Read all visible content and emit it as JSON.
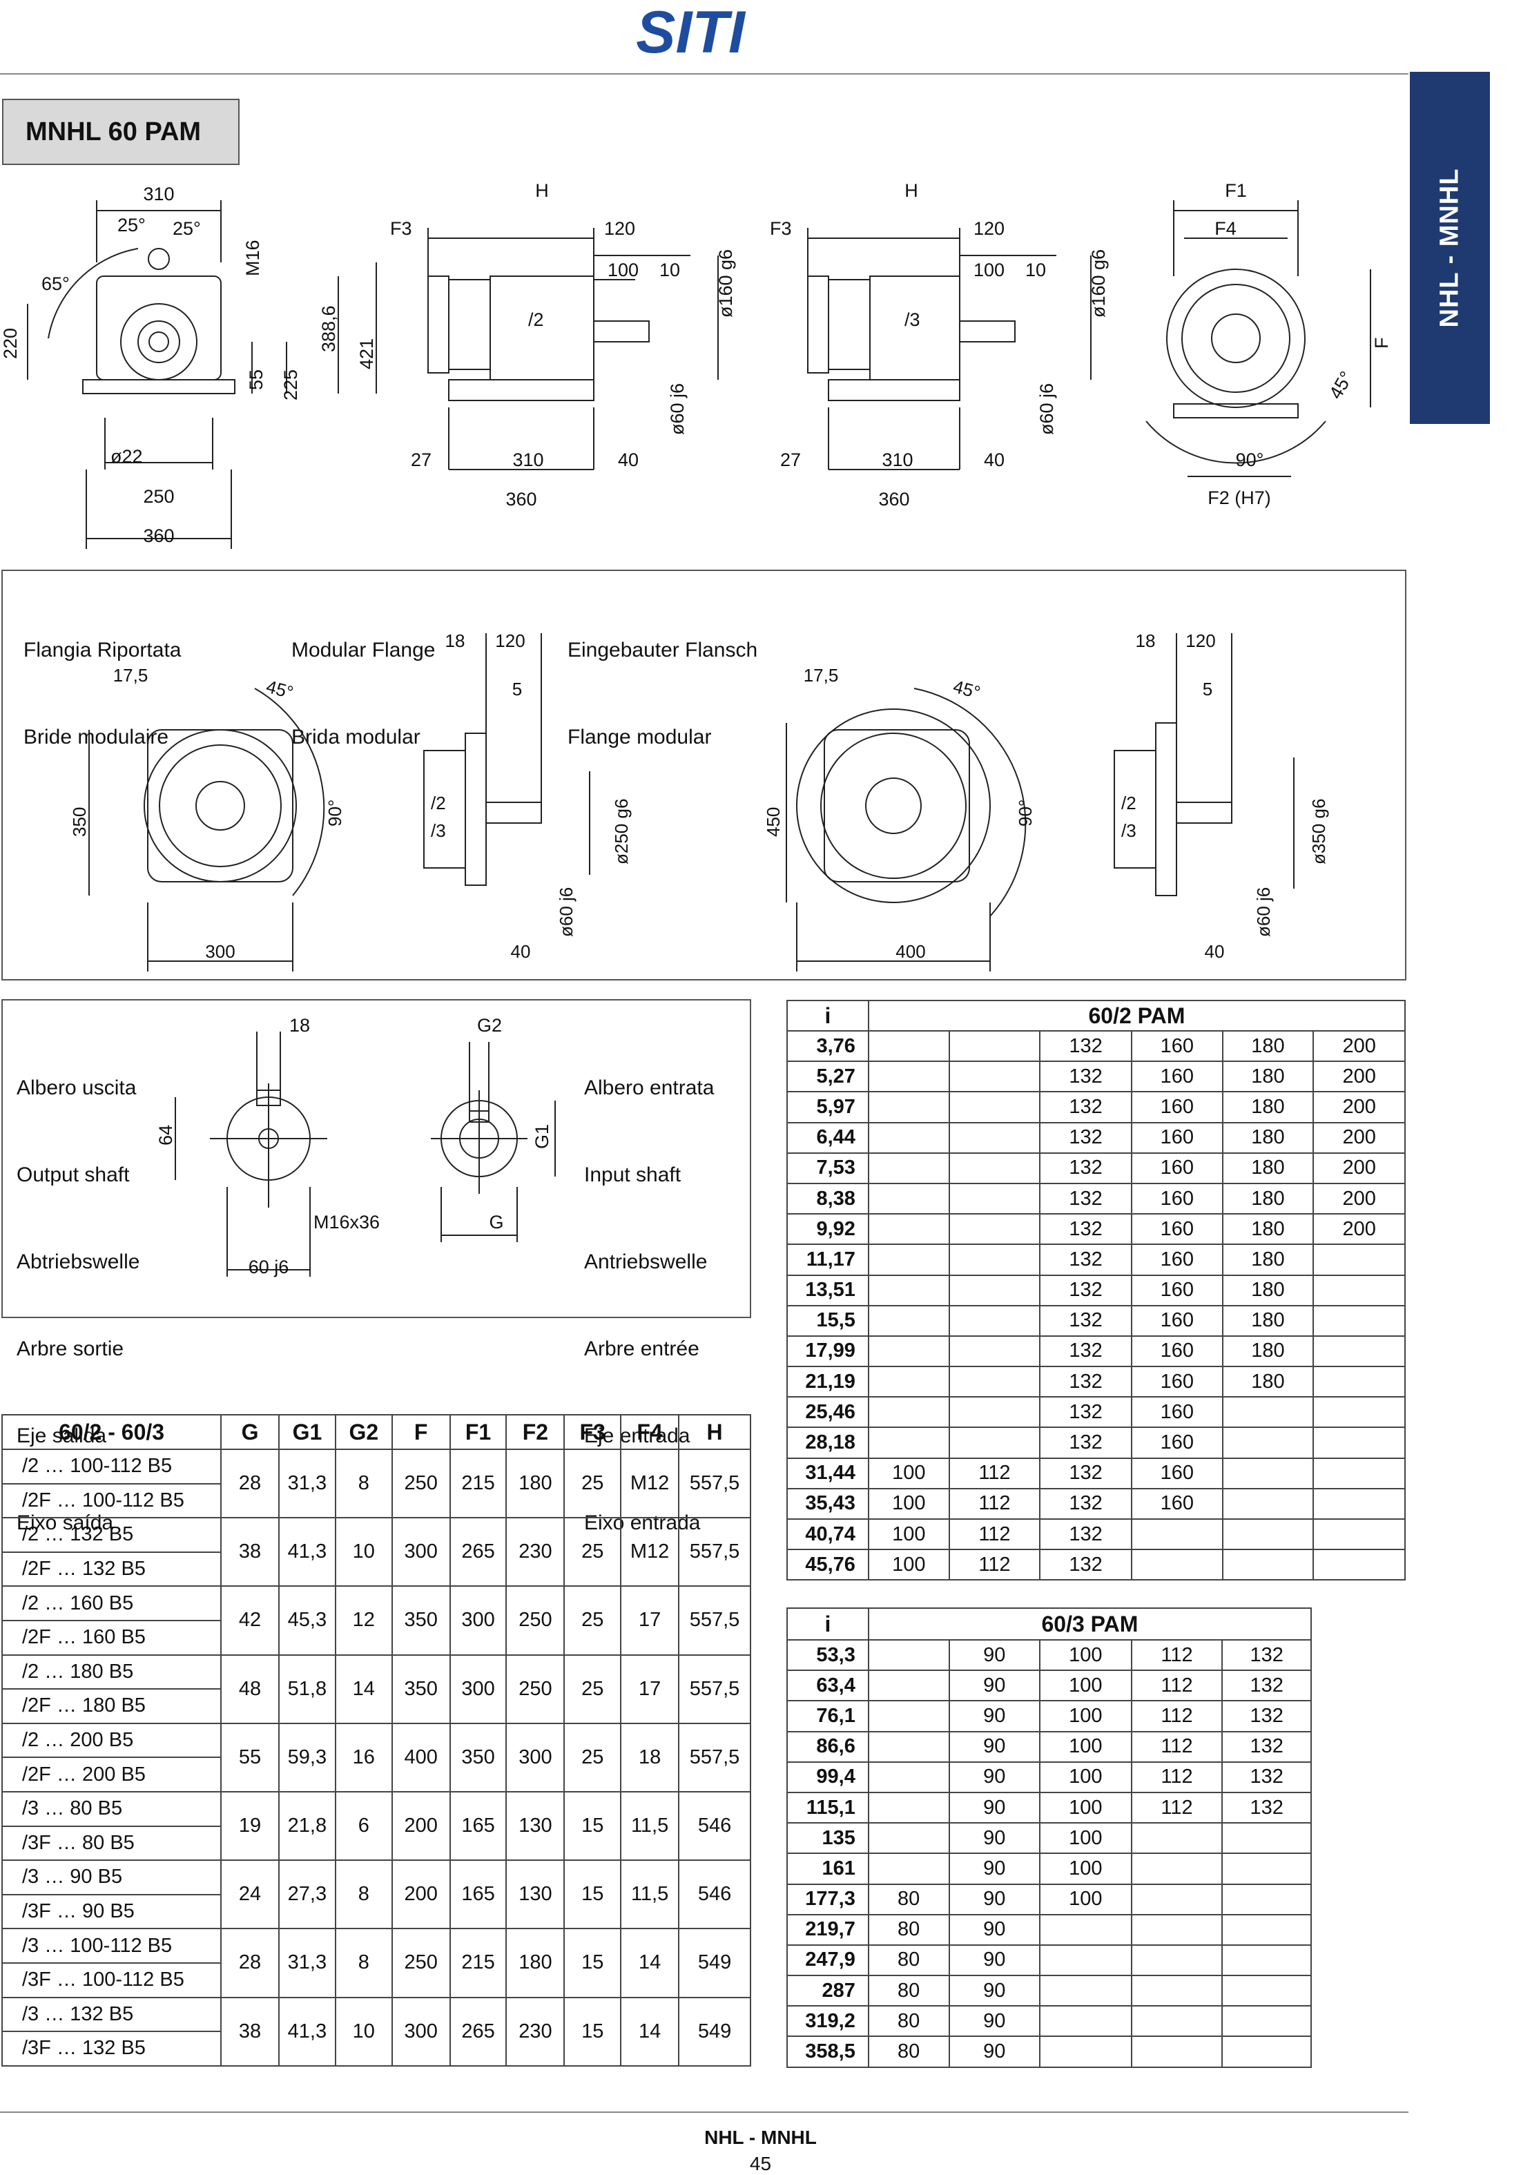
{
  "brand": {
    "logo_text": "SITI"
  },
  "side_tab": "NHL - MNHL",
  "model": "MNHL 60 PAM",
  "top_drawing": {
    "view1": [
      "310",
      "25°",
      "25°",
      "65°",
      "M16",
      "220",
      "55",
      "225",
      "388,6",
      "421",
      "ø22",
      "250",
      "360"
    ],
    "view2": [
      "H",
      "F3",
      "120",
      "100",
      "10",
      "ø160 g6",
      "/2",
      "ø60 j6",
      "27",
      "310",
      "40",
      "360"
    ],
    "view3": [
      "H",
      "F3",
      "120",
      "100",
      "10",
      "ø160 g6",
      "/3",
      "ø60 j6",
      "27",
      "310",
      "40",
      "360"
    ],
    "view4": [
      "F1",
      "F4",
      "F",
      "45°",
      "90°",
      "F2 (H7)"
    ]
  },
  "flange_panel": {
    "headings": [
      [
        "Flangia Riportata",
        "Bride modulaire"
      ],
      [
        "Modular Flange",
        "Brida modular"
      ],
      [
        "Eingebauter Flansch",
        "Flange modular"
      ]
    ],
    "left_front": [
      "17,5",
      "45°",
      "350",
      "90°",
      "300"
    ],
    "left_side": [
      "18",
      "120",
      "5",
      "/2",
      "/3",
      "ø250 g6",
      "ø60 j6",
      "40"
    ],
    "right_front": [
      "17,5",
      "45°",
      "450",
      "90°",
      "400"
    ],
    "right_side": [
      "18",
      "120",
      "5",
      "/2",
      "/3",
      "ø350 g6",
      "ø60 j6",
      "40"
    ]
  },
  "shaft_panel": {
    "output_labels": [
      "Albero uscita",
      "Output shaft",
      "Abtriebswelle",
      "Arbre sortie",
      "Eje salida",
      "Eixo saída"
    ],
    "input_labels": [
      "Albero entrata",
      "Input shaft",
      "Antriebswelle",
      "Arbre entrée",
      "Eje entrada",
      "Eixo entrada"
    ],
    "output_dims": [
      "18",
      "64",
      "M16x36",
      "60 j6"
    ],
    "input_dims": [
      "G2",
      "G1",
      "G"
    ]
  },
  "dim_table": {
    "headers": [
      "60/2 - 60/3",
      "G",
      "G1",
      "G2",
      "F",
      "F1",
      "F2",
      "F3",
      "F4",
      "H"
    ],
    "groups": [
      {
        "rows": [
          "/2 … 100-112 B5",
          "/2F … 100-112 B5"
        ],
        "vals": [
          "28",
          "31,3",
          "8",
          "250",
          "215",
          "180",
          "25",
          "M12",
          "557,5"
        ]
      },
      {
        "rows": [
          "/2 … 132 B5",
          "/2F … 132 B5"
        ],
        "vals": [
          "38",
          "41,3",
          "10",
          "300",
          "265",
          "230",
          "25",
          "M12",
          "557,5"
        ]
      },
      {
        "rows": [
          "/2 … 160 B5",
          "/2F … 160 B5"
        ],
        "vals": [
          "42",
          "45,3",
          "12",
          "350",
          "300",
          "250",
          "25",
          "17",
          "557,5"
        ]
      },
      {
        "rows": [
          "/2 … 180 B5",
          "/2F … 180 B5"
        ],
        "vals": [
          "48",
          "51,8",
          "14",
          "350",
          "300",
          "250",
          "25",
          "17",
          "557,5"
        ]
      },
      {
        "rows": [
          "/2 … 200 B5",
          "/2F … 200 B5"
        ],
        "vals": [
          "55",
          "59,3",
          "16",
          "400",
          "350",
          "300",
          "25",
          "18",
          "557,5"
        ]
      },
      {
        "rows": [
          "/3 … 80 B5",
          "/3F … 80 B5"
        ],
        "vals": [
          "19",
          "21,8",
          "6",
          "200",
          "165",
          "130",
          "15",
          "11,5",
          "546"
        ]
      },
      {
        "rows": [
          "/3 … 90 B5",
          "/3F … 90 B5"
        ],
        "vals": [
          "24",
          "27,3",
          "8",
          "200",
          "165",
          "130",
          "15",
          "11,5",
          "546"
        ]
      },
      {
        "rows": [
          "/3 … 100-112 B5",
          "/3F … 100-112 B5"
        ],
        "vals": [
          "28",
          "31,3",
          "8",
          "250",
          "215",
          "180",
          "15",
          "14",
          "549"
        ]
      },
      {
        "rows": [
          "/3 … 132 B5",
          "/3F … 132 B5"
        ],
        "vals": [
          "38",
          "41,3",
          "10",
          "300",
          "265",
          "230",
          "15",
          "14",
          "549"
        ]
      }
    ]
  },
  "pam2_table": {
    "head_i": "i",
    "title": "60/2 PAM",
    "rows": [
      [
        "3,76",
        "",
        "",
        "132",
        "160",
        "180",
        "200"
      ],
      [
        "5,27",
        "",
        "",
        "132",
        "160",
        "180",
        "200"
      ],
      [
        "5,97",
        "",
        "",
        "132",
        "160",
        "180",
        "200"
      ],
      [
        "6,44",
        "",
        "",
        "132",
        "160",
        "180",
        "200"
      ],
      [
        "7,53",
        "",
        "",
        "132",
        "160",
        "180",
        "200"
      ],
      [
        "8,38",
        "",
        "",
        "132",
        "160",
        "180",
        "200"
      ],
      [
        "9,92",
        "",
        "",
        "132",
        "160",
        "180",
        "200"
      ],
      [
        "11,17",
        "",
        "",
        "132",
        "160",
        "180",
        ""
      ],
      [
        "13,51",
        "",
        "",
        "132",
        "160",
        "180",
        ""
      ],
      [
        "15,5",
        "",
        "",
        "132",
        "160",
        "180",
        ""
      ],
      [
        "17,99",
        "",
        "",
        "132",
        "160",
        "180",
        ""
      ],
      [
        "21,19",
        "",
        "",
        "132",
        "160",
        "180",
        ""
      ],
      [
        "25,46",
        "",
        "",
        "132",
        "160",
        "",
        ""
      ],
      [
        "28,18",
        "",
        "",
        "132",
        "160",
        "",
        ""
      ],
      [
        "31,44",
        "100",
        "112",
        "132",
        "160",
        "",
        ""
      ],
      [
        "35,43",
        "100",
        "112",
        "132",
        "160",
        "",
        ""
      ],
      [
        "40,74",
        "100",
        "112",
        "132",
        "",
        "",
        ""
      ],
      [
        "45,76",
        "100",
        "112",
        "132",
        "",
        "",
        ""
      ]
    ]
  },
  "pam3_table": {
    "head_i": "i",
    "title": "60/3 PAM",
    "rows": [
      [
        "53,3",
        "",
        "90",
        "100",
        "112",
        "132"
      ],
      [
        "63,4",
        "",
        "90",
        "100",
        "112",
        "132"
      ],
      [
        "76,1",
        "",
        "90",
        "100",
        "112",
        "132"
      ],
      [
        "86,6",
        "",
        "90",
        "100",
        "112",
        "132"
      ],
      [
        "99,4",
        "",
        "90",
        "100",
        "112",
        "132"
      ],
      [
        "115,1",
        "",
        "90",
        "100",
        "112",
        "132"
      ],
      [
        "135",
        "",
        "90",
        "100",
        "",
        ""
      ],
      [
        "161",
        "",
        "90",
        "100",
        "",
        ""
      ],
      [
        "177,3",
        "80",
        "90",
        "100",
        "",
        ""
      ],
      [
        "219,7",
        "80",
        "90",
        "",
        "",
        ""
      ],
      [
        "247,9",
        "80",
        "90",
        "",
        "",
        ""
      ],
      [
        "287",
        "80",
        "90",
        "",
        "",
        ""
      ],
      [
        "319,2",
        "80",
        "90",
        "",
        "",
        ""
      ],
      [
        "358,5",
        "80",
        "90",
        "",
        "",
        ""
      ]
    ]
  },
  "footer": {
    "title": "NHL - MNHL",
    "page": "45"
  },
  "colors": {
    "brand_blue": "#1f3a70",
    "logo_blue": "#1e4da0"
  }
}
